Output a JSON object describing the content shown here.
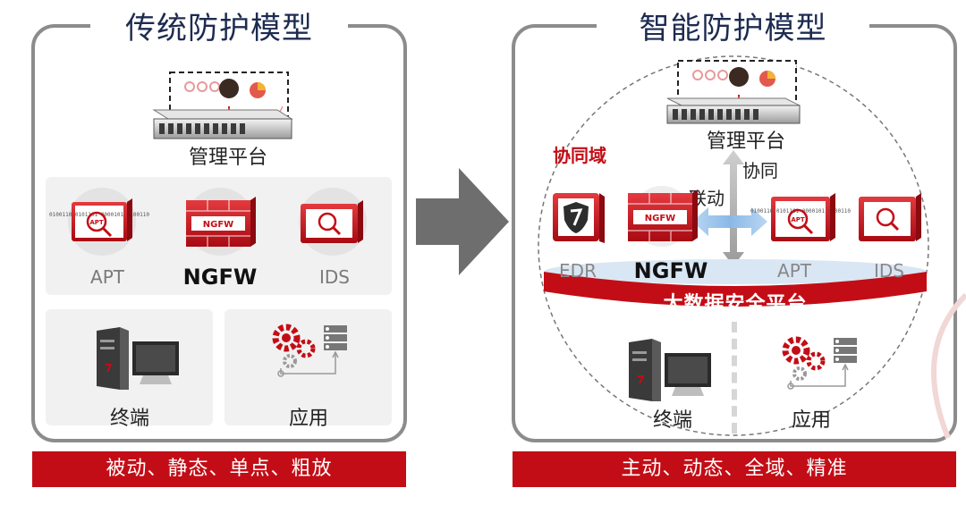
{
  "left_panel": {
    "title": "传统防护模型",
    "mgmt_label": "管理平台",
    "devices": [
      {
        "label": "APT",
        "icon": "apt-icon"
      },
      {
        "label": "NGFW",
        "icon": "ngfw-firewall-icon"
      },
      {
        "label": "IDS",
        "icon": "ids-icon"
      }
    ],
    "terminal_label": "终端",
    "app_label": "应用",
    "footer": "被动、静态、单点、粗放"
  },
  "right_panel": {
    "title": "智能防护模型",
    "mgmt_label": "管理平台",
    "domain_label": "协同域",
    "collab_label": "协同",
    "link_label": "联动",
    "devices": [
      {
        "label": "EDR",
        "icon": "edr-icon"
      },
      {
        "label": "NGFW",
        "icon": "ngfw-firewall-icon"
      },
      {
        "label": "APT",
        "icon": "apt-icon"
      },
      {
        "label": "IDS",
        "icon": "ids-icon"
      }
    ],
    "platform_label": "大数据安全平台",
    "terminal_label": "终端",
    "app_label": "应用",
    "footer": "主动、动态、全域、精准"
  },
  "icon_text": {
    "ngfw": "NGFW",
    "apt": "APT",
    "apt_digits": "0100110 0101101 0000101 0100110"
  },
  "colors": {
    "accent_red": "#c30d16",
    "title_navy": "#1d2b50",
    "panel_border": "#8c8c8c",
    "arrow_gray": "#6e6e6e",
    "link_blue": "#9cc3ea"
  }
}
